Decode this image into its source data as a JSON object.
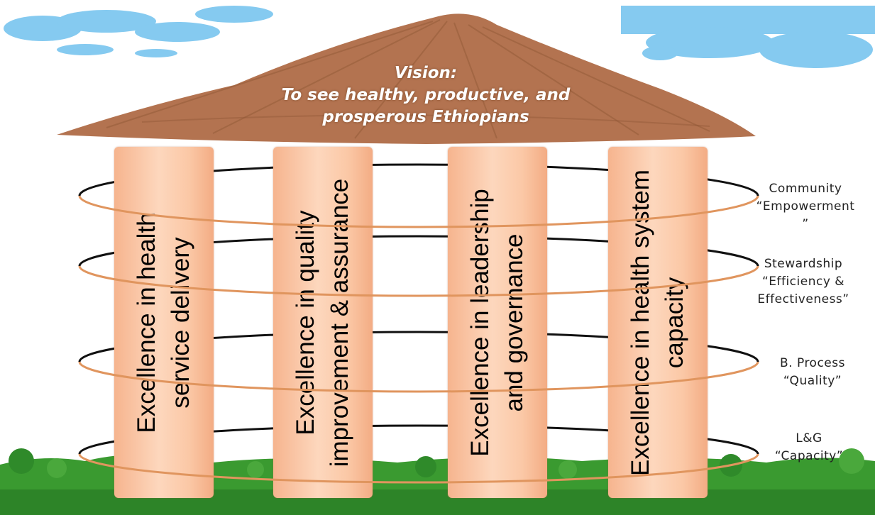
{
  "vision": {
    "line1": "Vision:",
    "line2": "To see healthy, productive, and",
    "line3": "prosperous Ethiopians"
  },
  "pillars": [
    {
      "line1": "Excellence in health",
      "line2": "service delivery"
    },
    {
      "line1": "Excellence in quality",
      "line2": "improvement & assurance"
    },
    {
      "line1": "Excellence in leadership",
      "line2": "and governance"
    },
    {
      "line1": "Excellence in health system",
      "line2": "capacity"
    }
  ],
  "rings": [
    {
      "line1": "Community",
      "line2": "“Empowerment",
      "line3": "”"
    },
    {
      "line1": "Stewardship",
      "line2": "“Efficiency &",
      "line3": "Effectiveness”"
    },
    {
      "line1": "B. Process",
      "line2": "“Quality”"
    },
    {
      "line1": "L&G",
      "line2": "“Capacity”"
    }
  ],
  "colors": {
    "roof": "#b0714a",
    "pillar": "#fcc6a3",
    "ring_front": "#e0955e",
    "ring_back": "#111111",
    "grass": "#2f8a2a",
    "sky": "#7cc6ec"
  }
}
